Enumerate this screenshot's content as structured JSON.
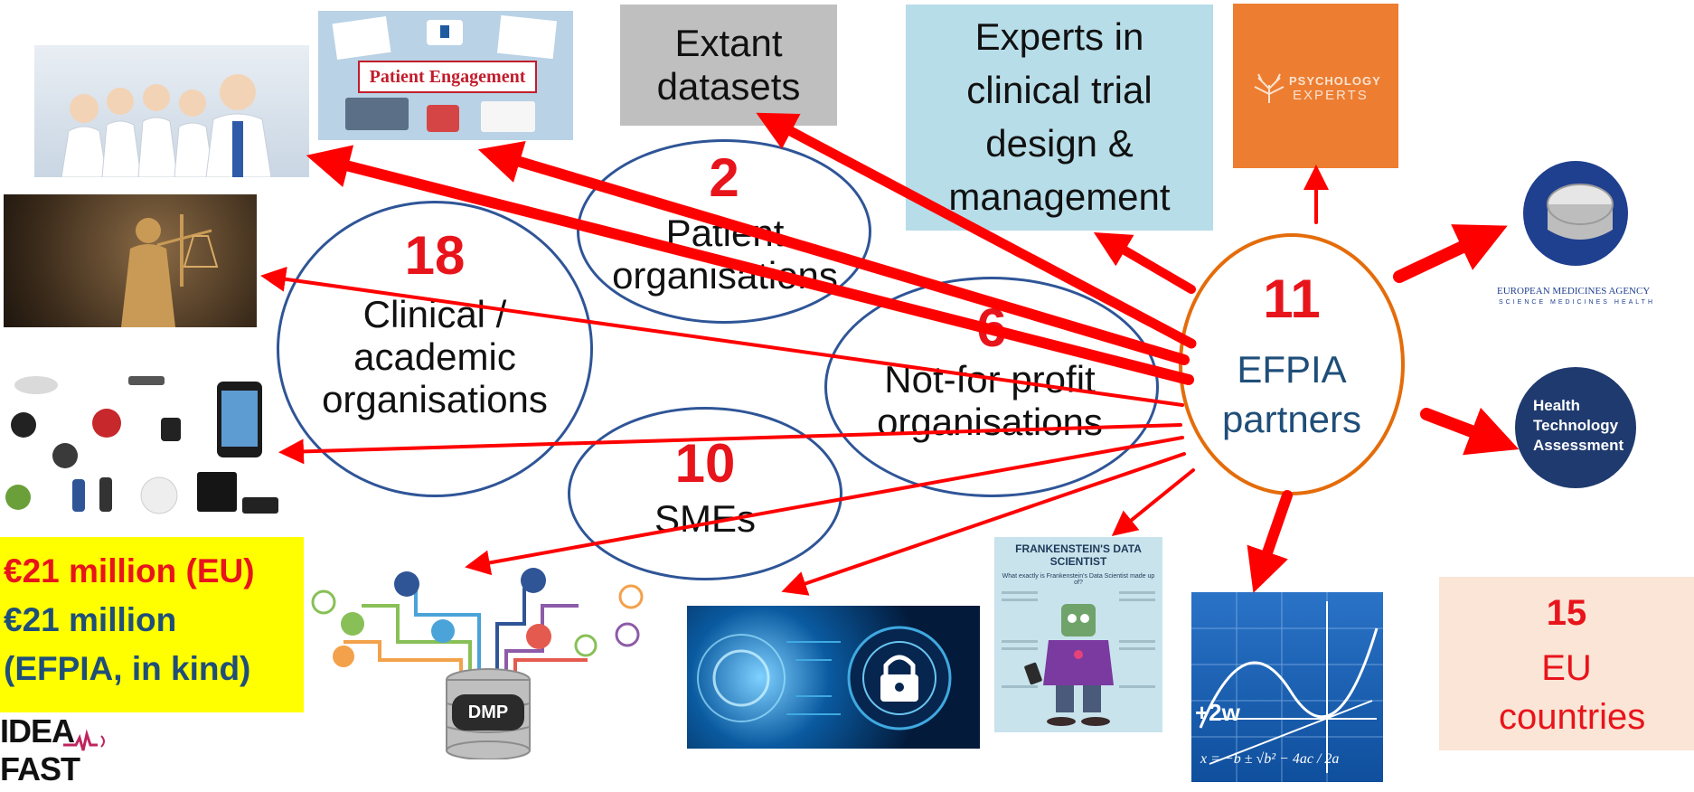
{
  "boxes": {
    "extant": "Extant datasets",
    "experts": "Experts in clinical trial design & management",
    "psych_top": "PSYCHOLOGY",
    "psych_bottom": "EXPERTS",
    "ema_line1": "EUROPEAN MEDICINES AGENCY",
    "ema_line2": "SCIENCE MEDICINES HEALTH",
    "hta": "Health Technology Assessment",
    "countries_num": "15",
    "countries_text": "EU countries"
  },
  "images": {
    "patient_engagement": "Patient Engagement",
    "frankenstein_title": "FRANKENSTEIN'S DATA SCIENTIST",
    "frankenstein_sub": "What exactly is Frankenstein's Data Scientist made up of?",
    "dmp": "DMP",
    "formula": "x = −b ± √b² − 4ac / 2a",
    "two_w": "+2w"
  },
  "groups": {
    "clinical_num": "18",
    "clinical_label": "Clinical / academic organisations",
    "patient_num": "2",
    "patient_label": "Patient organisations",
    "nfp_num": "6",
    "nfp_label": "Not-for profit organisations",
    "sme_num": "10",
    "sme_label": "SMEs",
    "efpia_num": "11",
    "efpia_label": "EFPIA partners"
  },
  "funding": {
    "eu": "€21 million (EU)",
    "efpia_line1": "€21 million",
    "efpia_line2": "(EFPIA, in kind)"
  },
  "logo": {
    "line1": "IDEA",
    "line2": "FAST"
  },
  "colors": {
    "arrow": "#ff0000",
    "number_red": "#e8141b",
    "ellipse_blue": "#2f5597",
    "efpia_orange": "#e46c0a",
    "efpia_text": "#1f4e79",
    "funding_bg": "#ffff00",
    "funding_eu": "#e8141b",
    "funding_efpia": "#1f4e79"
  }
}
